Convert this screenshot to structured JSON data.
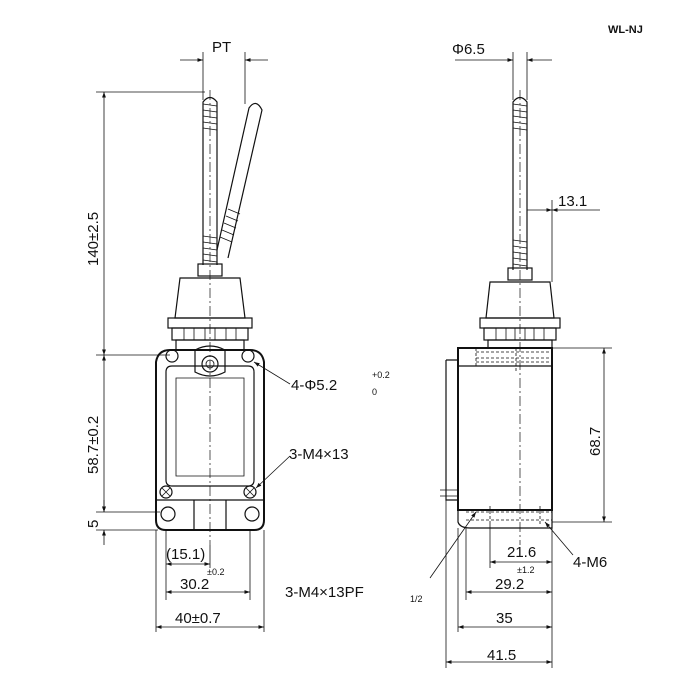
{
  "model": "WL-NJ",
  "front_view": {
    "pt_label": "PT",
    "height_total": "140±2.5",
    "height_body": "58.7±0.2",
    "height_base": "5",
    "mount_hole": "4-Φ5.2",
    "mount_hole_tol_upper": "+0.2",
    "mount_hole_tol_lower": "0",
    "screw_label": "3-M4×13",
    "ref_width": "(15.1)",
    "tol_02": "±0.2",
    "width_30": "30.2",
    "width_40": "40±0.7",
    "screw_pf_label": "3-M4×13PF",
    "pf_fraction": "1/2"
  },
  "side_view": {
    "rod_dia": "Φ6.5",
    "offset": "13.1",
    "height_right": "68.7",
    "depth_216": "21.6",
    "tol_12": "±1.2",
    "depth_292": "29.2",
    "depth_35": "35",
    "depth_415": "41.5",
    "conduit": "4-M6"
  }
}
